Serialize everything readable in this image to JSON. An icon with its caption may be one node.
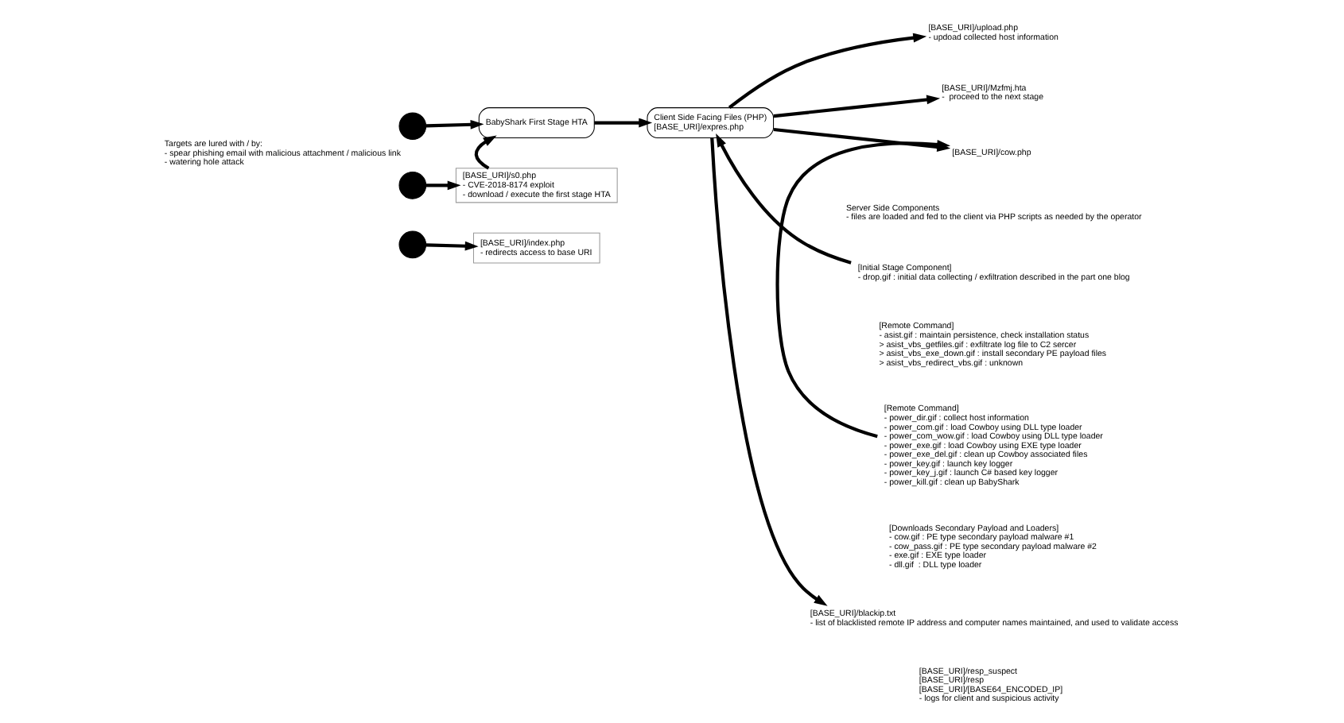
{
  "diagram": {
    "nodes": [
      {
        "text": [],
        "shape": "person",
        "beside": [
          "Targets are lured with / by:",
          "- spear phishing email with malicious attachment / malicious link",
          "- watering hole attack"
        ]
      },
      {
        "text": [],
        "shape": "person"
      },
      {
        "text": [],
        "shape": "person"
      },
      {
        "text": [
          "BabyShark First Stage HTA"
        ]
      },
      {
        "text": [
          "[BASE_URI]/s0.php",
          "- CVE-2018-8174 exploit",
          "- download / execute the first stage HTA"
        ]
      },
      {
        "text": [
          "[BASE_URI]/index.php",
          "- redirects access to base URI"
        ]
      },
      {
        "text": [
          "Client Side Facing Files (PHP)",
          "[BASE_URI]/expres.php"
        ]
      },
      {
        "text": [
          "[BASE_URI]/upload.php",
          "- updoad collected host information"
        ]
      },
      {
        "text": [
          "[BASE_URI]/Mzfmj.hta",
          "-  proceed to the next stage"
        ]
      },
      {
        "text": [
          "[BASE_URI]/cow.php"
        ]
      },
      {
        "text": [
          "[BASE_URI]/blackip.txt",
          "- list of blacklisted remote IP address and computer names maintained, and used to validate access"
        ]
      },
      {
        "text": [
          "[Initial Stage Component]",
          "- drop.gif : initial data collecting / exfiltration described in the part one blog"
        ]
      },
      {
        "text": [
          "[Remote Command]",
          "- power_dir.gif : collect host information",
          "- power_com.gif : load Cowboy using DLL type loader",
          "- power_com_wow.gif : load Cowboy using DLL type loader",
          "- power_exe.gif : load Cowboy using EXE type loader",
          "- power_exe_del.gif : clean up Cowboy associated files",
          "- power_key.gif : launch key logger",
          "- power_key_j.gif : launch C# based key logger",
          "- power_kill.gif : clean up BabyShark"
        ]
      }
    ],
    "edges": [
      {
        "from": 0,
        "to": 3,
        "arrow": "to"
      },
      {
        "from": 1,
        "to": 4,
        "arrow": "to"
      },
      {
        "from": 4,
        "to": 3,
        "arrow": "to"
      },
      {
        "from": 2,
        "to": 5,
        "arrow": "to"
      },
      {
        "from": 3,
        "to": 6,
        "arrow": "to"
      },
      {
        "from": 6,
        "to": 7,
        "arrow": "to"
      },
      {
        "from": 6,
        "to": 8,
        "arrow": "to"
      },
      {
        "from": 6,
        "to": 9,
        "arrow": "to"
      },
      {
        "from": 6,
        "to": 10,
        "arrow": "to"
      },
      {
        "from": 11,
        "to": 6,
        "arrow": "to"
      },
      {
        "from": 12,
        "to": 9,
        "arrow": "to"
      }
    ],
    "labels": [
      "Server Side Components",
      "- files are loaded and fed to the client via PHP scripts as needed by the operator",
      "[Remote Command]",
      "- asist.gif : maintain persistence, check installation status",
      "> asist_vbs_getfiles.gif : exfiltrate log file to C2 sercer",
      "> asist_vbs_exe_down.gif : install secondary PE payload files",
      "> asist_vbs_redirect_vbs.gif : unknown",
      "[Downloads Secondary Payload and Loaders]",
      "- cow.gif : PE type secondary payload malware #1",
      "- cow_pass.gif : PE type secondary payload malware #2",
      "- exe.gif : EXE type loader",
      "- dll.gif  : DLL type loader",
      "[BASE_URI]/resp_suspect",
      "[BASE_URI]/resp",
      "[BASE_URI]/[BASE64_ENCODED_IP]",
      "- logs for client and suspicious activity"
    ]
  }
}
